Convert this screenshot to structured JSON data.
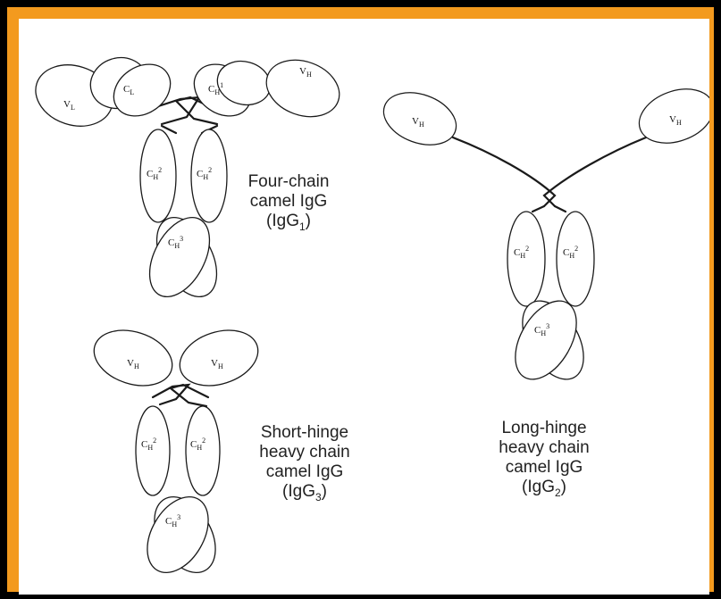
{
  "colors": {
    "border": "#f39a1e",
    "background": "#000000",
    "panel": "#ffffff",
    "ink": "#1a1a1a"
  },
  "domains": {
    "vl": "V",
    "vl_sub": "L",
    "cl": "C",
    "cl_sub": "L",
    "vh": "V",
    "vh_sub": "H",
    "ch": "C",
    "ch_sub": "H",
    "n1": "1",
    "n2": "2",
    "n3": "3"
  },
  "captions": {
    "igg1": {
      "line1": "Four-chain",
      "line2": "camel IgG",
      "line3_prefix": "(IgG",
      "line3_sub": "1",
      "line3_suffix": ")"
    },
    "igg3": {
      "line1": "Short-hinge",
      "line2": "heavy chain",
      "line3": "camel IgG",
      "line4_prefix": "(IgG",
      "line4_sub": "3",
      "line4_suffix": ")"
    },
    "igg2": {
      "line1": "Long-hinge",
      "line2": "heavy chain",
      "line3": "camel IgG",
      "line4_prefix": "(IgG",
      "line4_sub": "2",
      "line4_suffix": ")"
    }
  }
}
